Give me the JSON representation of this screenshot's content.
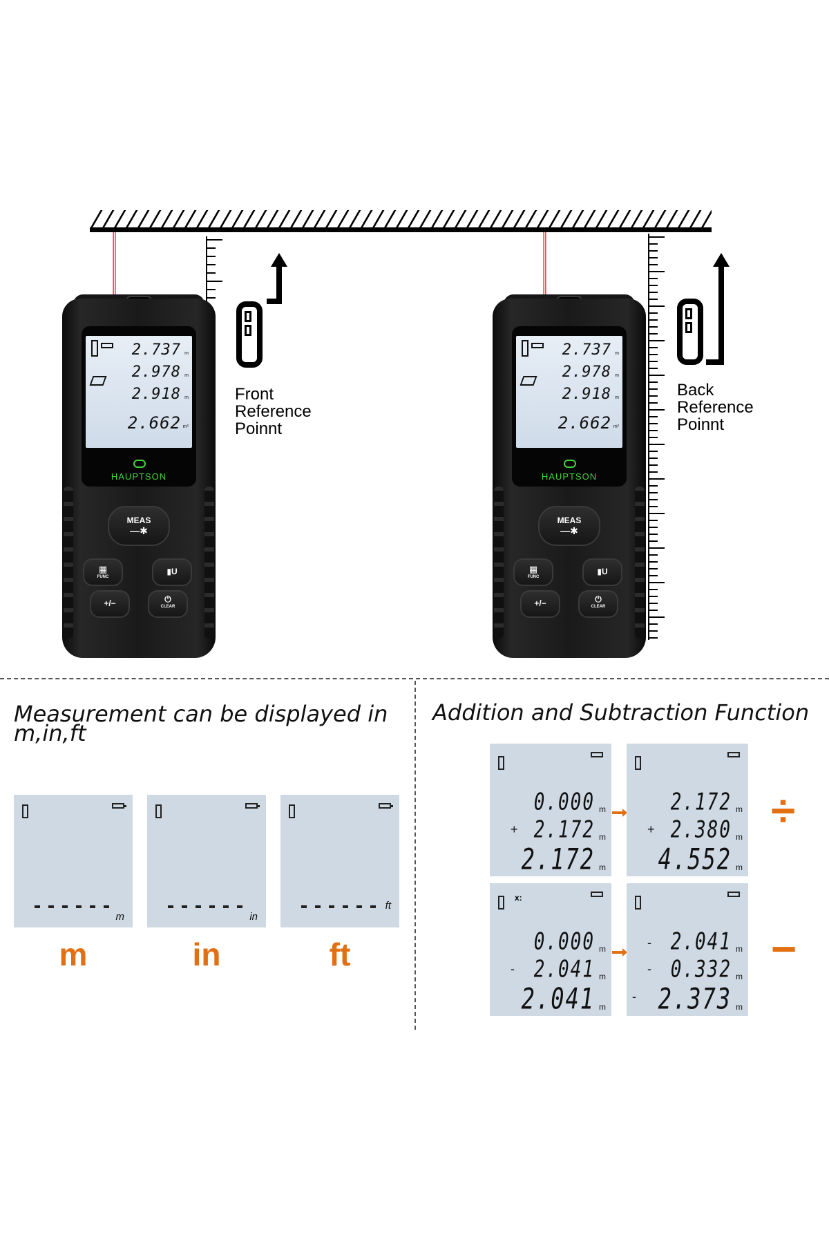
{
  "diagram": {
    "front_label": [
      "Front",
      "Reference",
      "Poinnt"
    ],
    "back_label": [
      "Back",
      "Reference",
      "Poinnt"
    ]
  },
  "device": {
    "brand": "HAUPTSON",
    "screen_rows": [
      "2.737",
      "2.978",
      "2.918",
      "2.662"
    ],
    "screen_units": [
      "m",
      "m",
      "m",
      "m²"
    ],
    "buttons": {
      "meas": "MEAS",
      "func": "FUNC",
      "unit": "U",
      "plusminus": "+/−",
      "clear": "CLEAR"
    }
  },
  "units_section": {
    "title_line1": "Measurement can be displayed in",
    "title_line2": "m,in,ft",
    "panels": [
      {
        "unit": "m",
        "big": "m"
      },
      {
        "unit": "in",
        "big": "in"
      },
      {
        "unit": "ft",
        "big": "ft"
      }
    ]
  },
  "calc_section": {
    "title": "Addition and Subtraction Function",
    "add_left": {
      "rows": [
        "0.000",
        "2.172",
        "2.172"
      ],
      "signs": [
        "",
        "+",
        ""
      ]
    },
    "add_right": {
      "rows": [
        "2.172",
        "2.380",
        "4.552"
      ],
      "signs": [
        "",
        "+",
        ""
      ]
    },
    "sub_left": {
      "label": "x:",
      "rows": [
        "0.000",
        "2.041",
        "2.041"
      ],
      "signs": [
        "",
        "-",
        ""
      ]
    },
    "sub_right": {
      "rows": [
        "2.041",
        "0.332",
        "2.373"
      ],
      "signs": [
        "-",
        "-",
        "-"
      ]
    },
    "unit": "m",
    "op_add": "÷",
    "op_sub": "−"
  },
  "colors": {
    "accent": "#e26f12",
    "brand_green": "#43d33b",
    "laser": "#e01b2e",
    "lcd": "#cfd9e3"
  }
}
